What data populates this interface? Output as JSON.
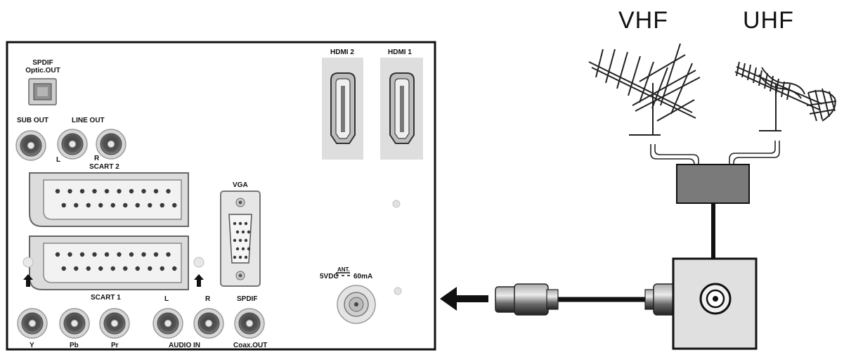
{
  "panel": {
    "spdif_optic_line1": "SPDIF",
    "spdif_optic_line2": "Optic.OUT",
    "sub_out": "SUB OUT",
    "line_out": "LINE OUT",
    "line_out_l": "L",
    "line_out_r": "R",
    "scart2": "SCART 2",
    "scart1": "SCART 1",
    "vga": "VGA",
    "hdmi2": "HDMI 2",
    "hdmi1": "HDMI 1",
    "ant_prefix": "5VDC",
    "ant_sup": "ANT.",
    "ant_suffix": "60mA",
    "y": "Y",
    "pb": "Pb",
    "pr": "Pr",
    "audio_l": "L",
    "audio_r": "R",
    "audio_in": "AUDIO IN",
    "spdif_coax_line1": "SPDIF",
    "spdif_coax_line2": "Coax.OUT"
  },
  "antenna": {
    "vhf": "VHF",
    "uhf": "UHF"
  }
}
